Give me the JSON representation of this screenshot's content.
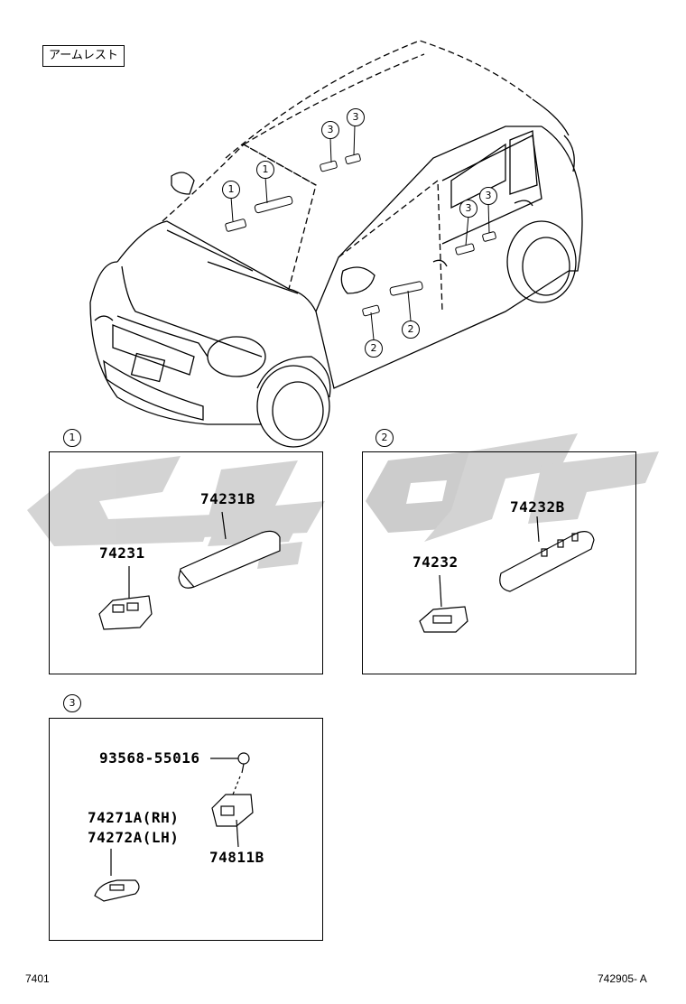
{
  "title": "アームレスト",
  "callouts": {
    "one": "1",
    "two": "2",
    "three": "3"
  },
  "panels": {
    "p1": {
      "label": "1",
      "parts": [
        "74231B",
        "74231"
      ]
    },
    "p2": {
      "label": "2",
      "parts": [
        "74232B",
        "74232"
      ]
    },
    "p3": {
      "label": "3",
      "parts": [
        "93568-55016",
        "74271A(RH)",
        "74272A(LH)",
        "74811B"
      ]
    }
  },
  "footer": {
    "left": "7401",
    "right": "742905- A"
  },
  "colors": {
    "line": "#000000",
    "watermark": "#c8c8c8"
  }
}
